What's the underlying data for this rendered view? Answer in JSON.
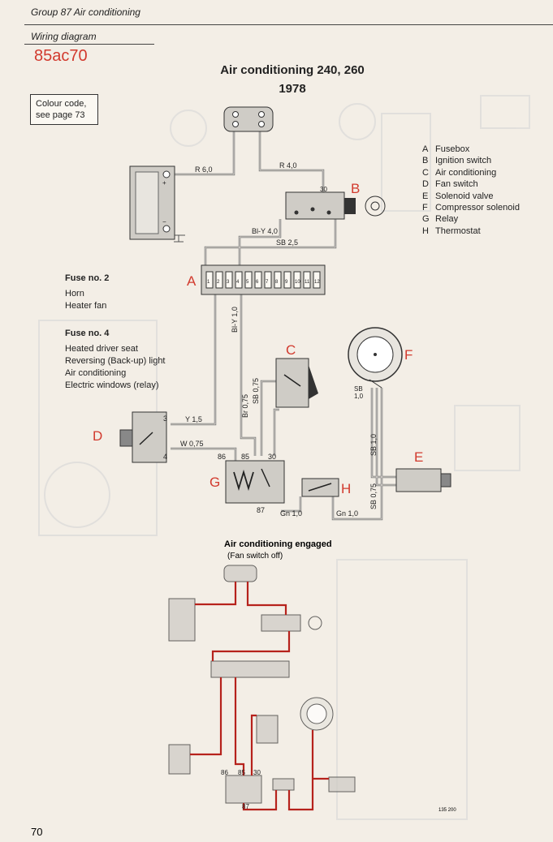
{
  "header": {
    "group": "Group 87 Air conditioning",
    "subtitle": "Wiring diagram",
    "stamp": "85ac70"
  },
  "title": {
    "line1": "Air conditioning 240, 260",
    "line2": "1978"
  },
  "colour_code": {
    "line1": "Colour code,",
    "line2": "see page 73"
  },
  "legend": [
    {
      "key": "A",
      "label": "Fusebox"
    },
    {
      "key": "B",
      "label": "Ignition switch"
    },
    {
      "key": "C",
      "label": "Air conditioning"
    },
    {
      "key": "D",
      "label": "Fan switch"
    },
    {
      "key": "E",
      "label": "Solenoid valve"
    },
    {
      "key": "F",
      "label": "Compressor solenoid"
    },
    {
      "key": "G",
      "label": "Relay"
    },
    {
      "key": "H",
      "label": "Thermostat"
    }
  ],
  "fuses": [
    {
      "heading": "Fuse no. 2",
      "items": [
        "Horn",
        "Heater fan"
      ]
    },
    {
      "heading": "Fuse no. 4",
      "items": [
        "Heated driver seat",
        "Reversing (Back-up) light",
        "Air conditioning",
        "Electric windows (relay)"
      ]
    }
  ],
  "wires": {
    "r60": "R 6,0",
    "r40": "R 4,0",
    "bly40": "Bl-Y 4,0",
    "sb25": "SB 2,5",
    "bly10": "Bl-Y 1,0",
    "br075": "Br 0,75",
    "sb075_c": "SB 0,75",
    "y15": "Y 1,5",
    "w075": "W 0,75",
    "gn10_a": "Gn 1,0",
    "gn10_b": "Gn 1,0",
    "sb10": "SB 1,0",
    "sb075_e": "SB 0,75",
    "sb_f": "SB",
    "sb_f2": "1,0"
  },
  "terminals": {
    "t3": "3",
    "t4": "4",
    "t86": "86",
    "t85": "85",
    "t30": "30",
    "t87": "87",
    "t30b": "30"
  },
  "component_labels": {
    "A": "A",
    "B": "B",
    "C": "C",
    "D": "D",
    "E": "E",
    "F": "F",
    "G": "G",
    "H": "H"
  },
  "fuse_numbers": [
    "1",
    "2",
    "3",
    "4",
    "5",
    "6",
    "7",
    "8",
    "9",
    "10",
    "11",
    "12"
  ],
  "engaged": {
    "title": "Air conditioning engaged",
    "subtitle": "(Fan switch off)"
  },
  "mini_terminals": {
    "t86": "86",
    "t85": "85",
    "t30": "30",
    "t87": "87"
  },
  "figure_code": "135 200",
  "page_number": "70",
  "colors": {
    "wire_red": "#b6221c",
    "wire_grey": "#7a7a7a",
    "label_red": "#d23a2e",
    "component": "#d9d6d0"
  }
}
